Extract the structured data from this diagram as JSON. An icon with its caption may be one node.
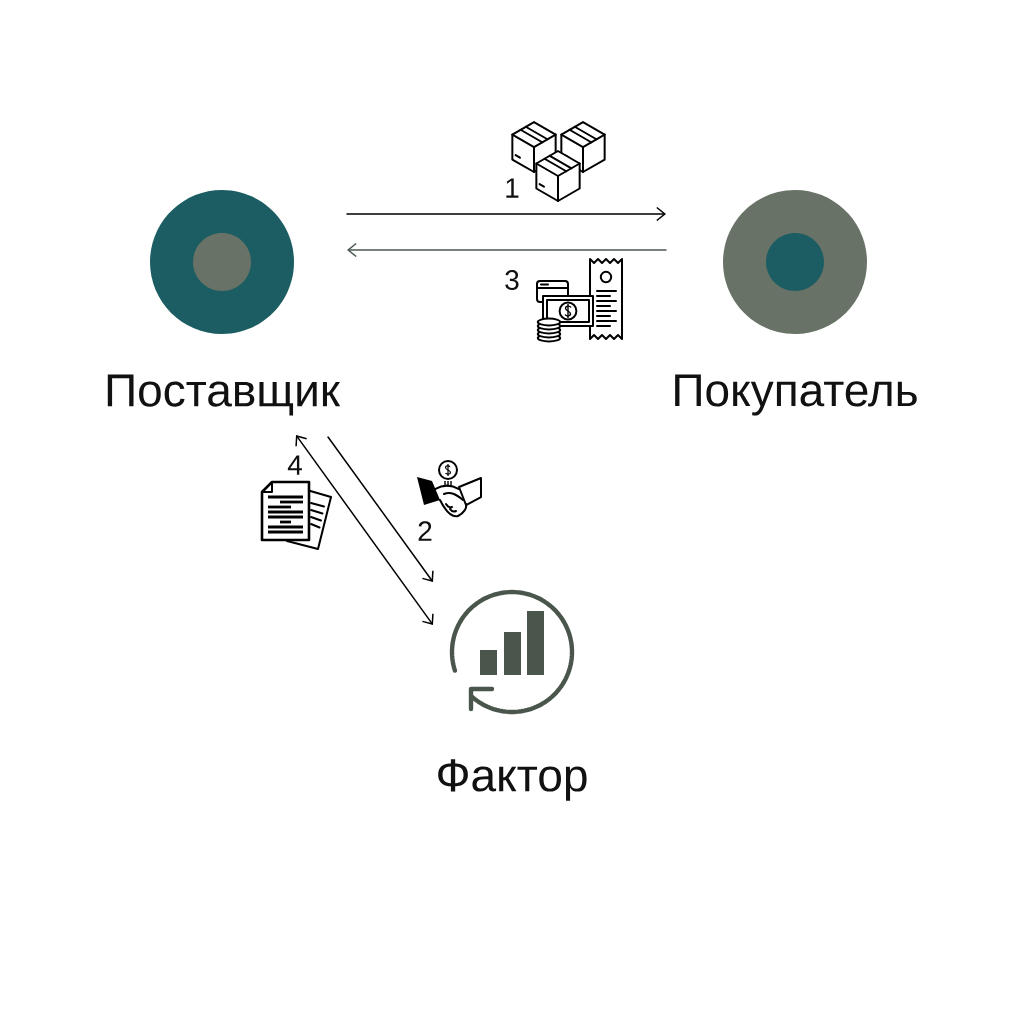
{
  "diagram": {
    "nodes": [
      {
        "text": [
          "Поставщик"
        ]
      },
      {
        "text": [
          "Покупатель"
        ]
      },
      {
        "text": [
          "Фактор"
        ]
      }
    ],
    "edges": [
      {
        "from": 0,
        "to": 1,
        "arrow": "to",
        "label": "1"
      },
      {
        "from": 1,
        "to": 0,
        "arrow": "to",
        "label": "3",
        "color": "#4b5a50"
      },
      {
        "from": 0,
        "to": 2,
        "arrow": "to",
        "label": "2"
      },
      {
        "from": 0,
        "to": 2,
        "arrow": "both",
        "label": "4"
      }
    ]
  }
}
